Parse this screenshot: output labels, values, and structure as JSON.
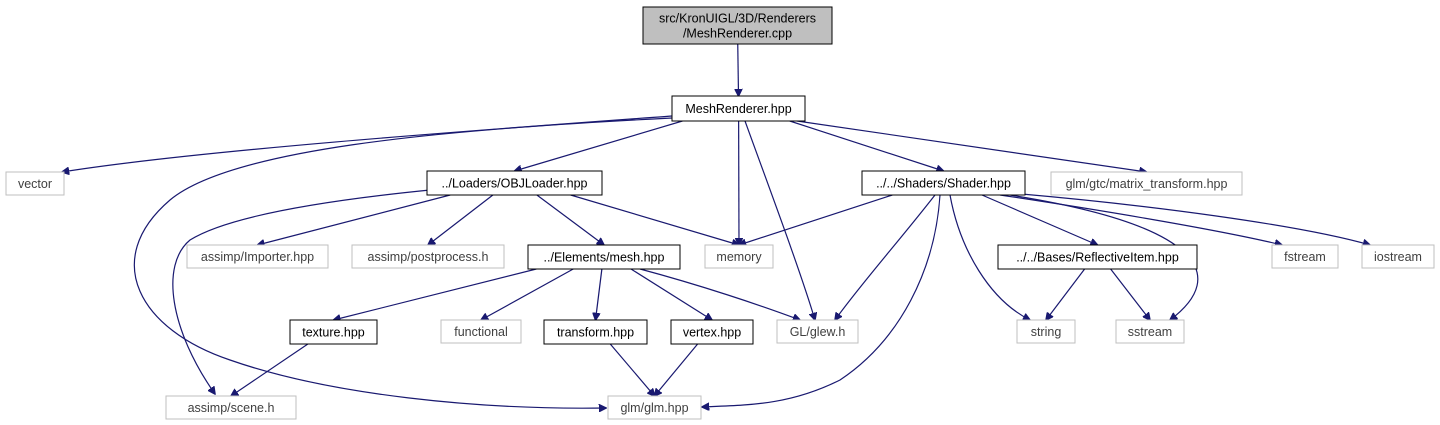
{
  "graph": {
    "root_label": [
      "src/KronUIGL/3D/Renderers",
      "/MeshRenderer.cpp"
    ],
    "nodes": {
      "root": {
        "label": "src/KronUIGL/3D/Renderers\n/MeshRenderer.cpp",
        "kind": "root"
      },
      "meshrenderer_hpp": {
        "label": "MeshRenderer.hpp",
        "kind": "file"
      },
      "vector": {
        "label": "vector",
        "kind": "external"
      },
      "objloader_hpp": {
        "label": "../Loaders/OBJLoader.hpp",
        "kind": "file"
      },
      "memory": {
        "label": "memory",
        "kind": "external"
      },
      "shader_hpp": {
        "label": "../../Shaders/Shader.hpp",
        "kind": "file"
      },
      "matrix_transform": {
        "label": "glm/gtc/matrix_transform.hpp",
        "kind": "external"
      },
      "assimp_importer": {
        "label": "assimp/Importer.hpp",
        "kind": "external"
      },
      "assimp_postprocess": {
        "label": "assimp/postprocess.h",
        "kind": "external"
      },
      "mesh_hpp": {
        "label": "../Elements/mesh.hpp",
        "kind": "file"
      },
      "reflectiveitem_hpp": {
        "label": "../../Bases/ReflectiveItem.hpp",
        "kind": "file"
      },
      "fstream": {
        "label": "fstream",
        "kind": "external"
      },
      "iostream": {
        "label": "iostream",
        "kind": "external"
      },
      "texture_hpp": {
        "label": "texture.hpp",
        "kind": "file"
      },
      "functional": {
        "label": "functional",
        "kind": "external"
      },
      "transform_hpp": {
        "label": "transform.hpp",
        "kind": "file"
      },
      "vertex_hpp": {
        "label": "vertex.hpp",
        "kind": "file"
      },
      "glew_h": {
        "label": "GL/glew.h",
        "kind": "external"
      },
      "string": {
        "label": "string",
        "kind": "external"
      },
      "sstream": {
        "label": "sstream",
        "kind": "external"
      },
      "assimp_scene": {
        "label": "assimp/scene.h",
        "kind": "external"
      },
      "glm_hpp": {
        "label": "glm/glm.hpp",
        "kind": "external"
      }
    },
    "edges": [
      [
        "root",
        "meshrenderer_hpp"
      ],
      [
        "meshrenderer_hpp",
        "vector"
      ],
      [
        "meshrenderer_hpp",
        "objloader_hpp"
      ],
      [
        "meshrenderer_hpp",
        "memory"
      ],
      [
        "meshrenderer_hpp",
        "shader_hpp"
      ],
      [
        "meshrenderer_hpp",
        "matrix_transform"
      ],
      [
        "meshrenderer_hpp",
        "glew_h"
      ],
      [
        "meshrenderer_hpp",
        "glm_hpp"
      ],
      [
        "objloader_hpp",
        "assimp_importer"
      ],
      [
        "objloader_hpp",
        "assimp_postprocess"
      ],
      [
        "objloader_hpp",
        "mesh_hpp"
      ],
      [
        "objloader_hpp",
        "memory"
      ],
      [
        "objloader_hpp",
        "assimp_scene"
      ],
      [
        "shader_hpp",
        "memory"
      ],
      [
        "shader_hpp",
        "reflectiveitem_hpp"
      ],
      [
        "shader_hpp",
        "fstream"
      ],
      [
        "shader_hpp",
        "iostream"
      ],
      [
        "shader_hpp",
        "glew_h"
      ],
      [
        "shader_hpp",
        "string"
      ],
      [
        "shader_hpp",
        "sstream"
      ],
      [
        "shader_hpp",
        "glm_hpp"
      ],
      [
        "mesh_hpp",
        "texture_hpp"
      ],
      [
        "mesh_hpp",
        "functional"
      ],
      [
        "mesh_hpp",
        "transform_hpp"
      ],
      [
        "mesh_hpp",
        "vertex_hpp"
      ],
      [
        "mesh_hpp",
        "glew_h"
      ],
      [
        "reflectiveitem_hpp",
        "string"
      ],
      [
        "reflectiveitem_hpp",
        "sstream"
      ],
      [
        "texture_hpp",
        "assimp_scene"
      ],
      [
        "transform_hpp",
        "glm_hpp"
      ],
      [
        "vertex_hpp",
        "glm_hpp"
      ]
    ],
    "colors": {
      "edge": "#191970",
      "root_fill": "#bfbfbf",
      "file_border": "#000000",
      "external_border": "#bfbfbf",
      "external_text": "#404040"
    }
  }
}
